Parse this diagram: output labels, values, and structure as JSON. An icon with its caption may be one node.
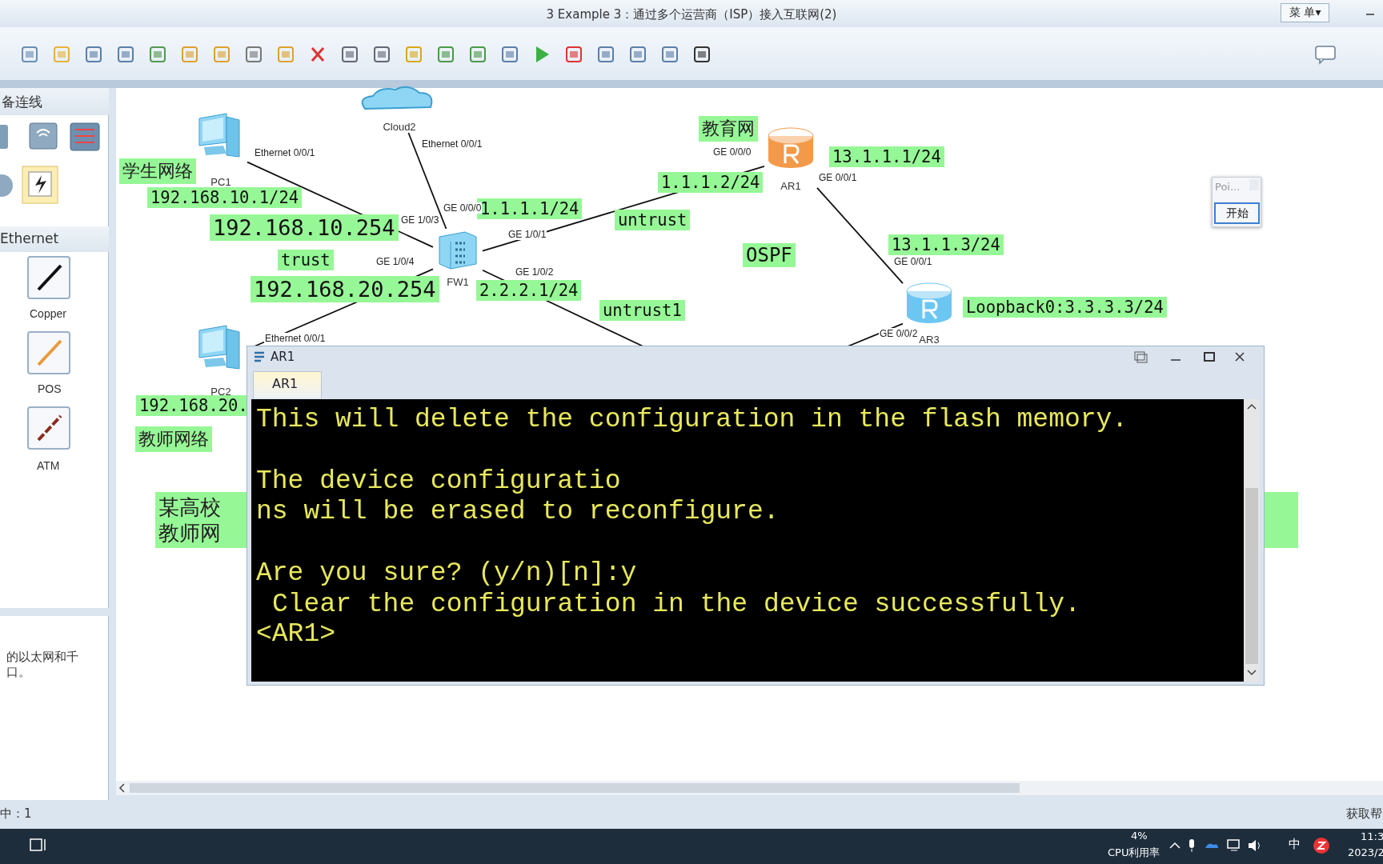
{
  "diagram": {
    "title": "3 Example 3：通过多个运营商（ISP）接入互联网(2)",
    "nodes": [
      {
        "text": [
          "PC1"
        ]
      },
      {
        "text": [
          "PC2"
        ]
      },
      {
        "text": [
          "Cloud2"
        ]
      },
      {
        "text": [
          "FW1"
        ]
      },
      {
        "text": [
          "AR1"
        ]
      },
      {
        "text": [
          "AR3"
        ]
      }
    ],
    "edges": [
      {
        "from": 0,
        "to": 3,
        "arrow": "none"
      },
      {
        "from": 1,
        "to": 3,
        "arrow": "none"
      },
      {
        "from": 2,
        "to": 3,
        "arrow": "none"
      },
      {
        "from": 3,
        "to": 4,
        "arrow": "none"
      },
      {
        "from": 4,
        "to": 5,
        "arrow": "none"
      },
      {
        "from": 3,
        "to": null,
        "arrow": "none"
      },
      {
        "from": 5,
        "to": null,
        "arrow": "none"
      }
    ],
    "labels": [
      "菜 单▾",
      "备连线",
      "Ethernet",
      "Copper",
      "POS",
      "ATM",
      "的以太网和千口。",
      "Ethernet 0/0/1",
      "学生网络",
      "192.168.10.1/24",
      "Ethernet 0/0/1",
      "GE 1/0/3",
      "GE 0/0/0",
      "192.168.10.254",
      "1.1.1.1/24",
      "GE 1/0/1",
      "GE 1/0/4",
      "trust",
      "GE 1/0/2",
      "192.168.20.254",
      "2.2.2.1/24",
      "Ethernet 0/0/1",
      "192.168.20.",
      "教师网络",
      "某高校教师网",
      "教育网",
      "GE 0/0/0",
      "1.1.1.2/24",
      "13.1.1.1/24",
      "GE 0/0/1",
      "untrust",
      "OSPF",
      "13.1.1.3/24",
      "GE 0/0/1",
      "Loopback0:3.3.3.3/24",
      "GE 0/0/2",
      "untrust1",
      "Poi...",
      "开始",
      "AR1",
      "AR1",
      "This will delete the configuration in the flash memory.",
      "The device configuratio",
      "ns will be erased to reconfigure.",
      "Are you sure? (y/n)[n]:y",
      "Clear the configuration in the device successfully.",
      "<AR1>",
      "中：1",
      "获取帮",
      "4%",
      "CPU利用率",
      "中",
      "11:3",
      "2023/2"
    ]
  }
}
